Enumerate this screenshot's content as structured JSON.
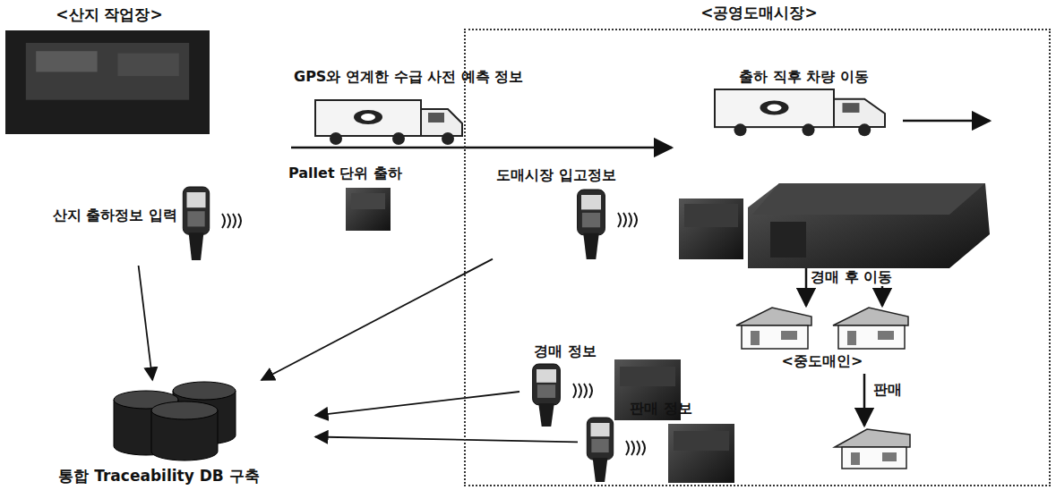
{
  "diagram": {
    "nodes": [
      {
        "text": [
          "<산지 작업장>"
        ]
      },
      {
        "text": [
          "<공영도매시장>"
        ]
      },
      {
        "text": [
          "출하 직후 차량 이동"
        ],
        "in": 1
      },
      {
        "text": [
          "산지 출하정보 입력"
        ]
      },
      {
        "text": [
          "도매시장 입고정보"
        ],
        "in": 1
      },
      {
        "text": [
          "경매 정보"
        ],
        "in": 1
      },
      {
        "text": [
          "<중도매인>"
        ],
        "in": 1
      },
      {
        "text": [
          "판매 정보"
        ],
        "in": 1
      },
      {
        "text": [
          "통합 Traceability DB 구축"
        ]
      }
    ],
    "edges": [
      {
        "from": 3,
        "to": 8,
        "arrow": "to"
      },
      {
        "from": 4,
        "to": 8,
        "arrow": "to"
      },
      {
        "from": 5,
        "to": 8,
        "arrow": "to"
      },
      {
        "from": 7,
        "to": 8,
        "arrow": "to"
      }
    ],
    "labels": [
      "GPS와 연계한 수급 사전 예측 정보",
      "Pallet 단위 출하",
      "경매 후 이동",
      "판매"
    ]
  }
}
